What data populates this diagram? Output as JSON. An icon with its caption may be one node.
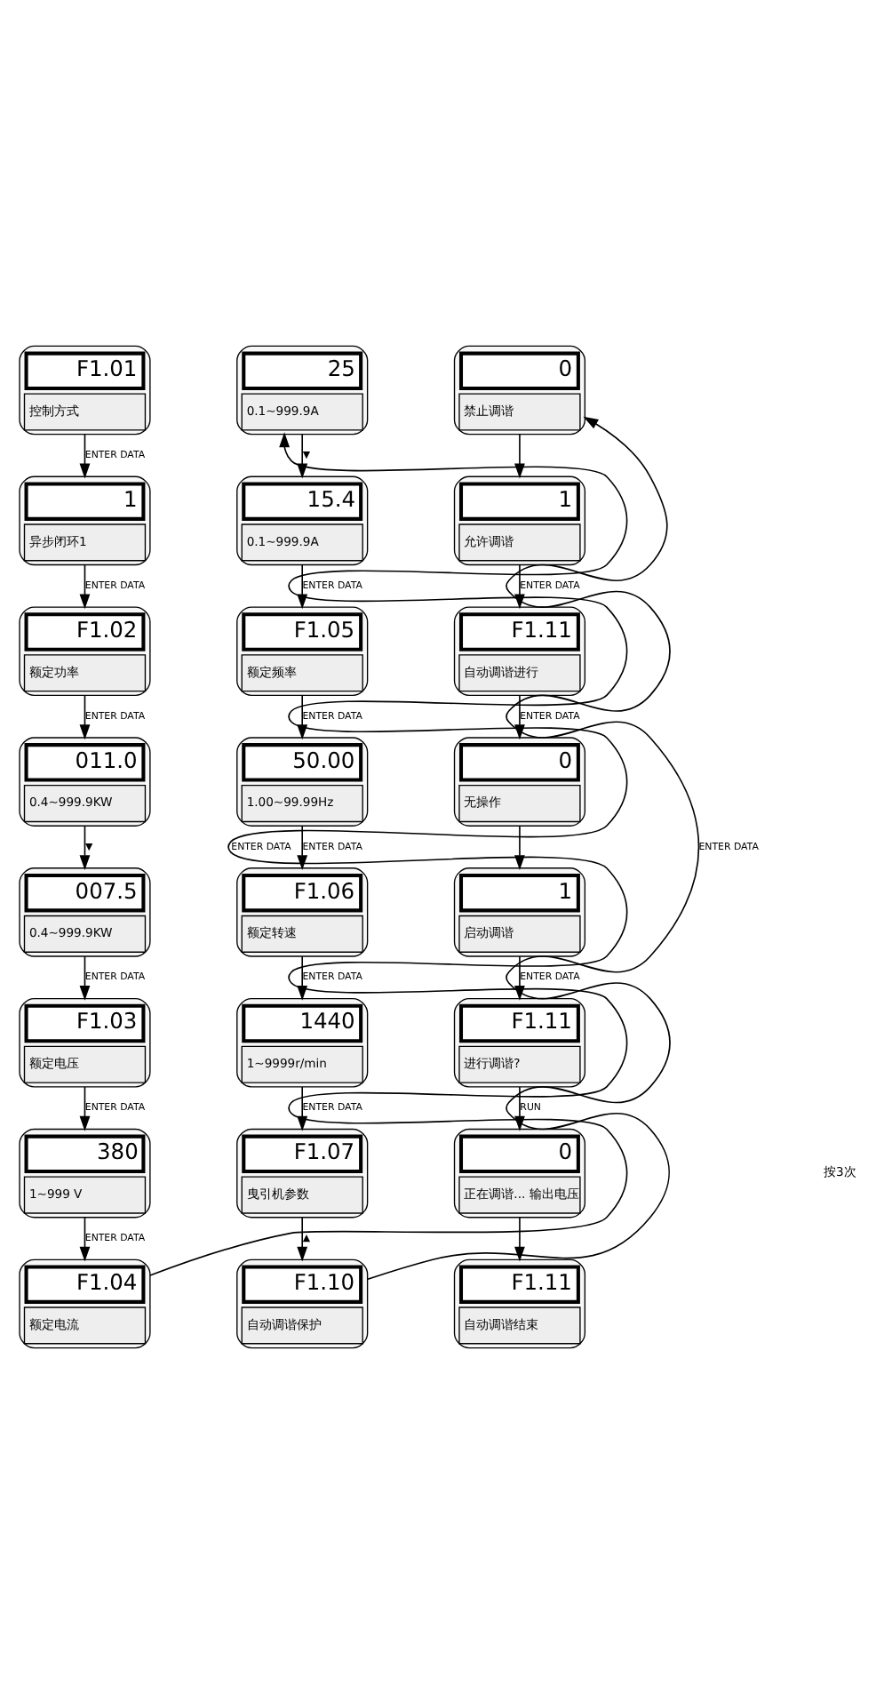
{
  "diagram": {
    "nodes": [
      {
        "text": [
          "F1.01",
          "控制方式"
        ]
      },
      {
        "text": [
          "1",
          "异步闭环1"
        ]
      },
      {
        "text": [
          "F1.02",
          "额定功率"
        ]
      },
      {
        "text": [
          "011.0",
          "0.4~999.9KW"
        ]
      },
      {
        "text": [
          "007.5",
          "0.4~999.9KW"
        ]
      },
      {
        "text": [
          "F1.03",
          "额定电压"
        ]
      },
      {
        "text": [
          "380",
          "1~999 V"
        ]
      },
      {
        "text": [
          "F1.04",
          "额定电流"
        ]
      },
      {
        "text": [
          "25",
          "0.1~999.9A"
        ]
      },
      {
        "text": [
          "15.4",
          "0.1~999.9A"
        ]
      },
      {
        "text": [
          "F1.05",
          "额定频率"
        ]
      },
      {
        "text": [
          "50.00",
          "1.00~99.99Hz"
        ]
      },
      {
        "text": [
          "F1.06",
          "额定转速"
        ]
      },
      {
        "text": [
          "1440",
          "1~9999r/min"
        ]
      },
      {
        "text": [
          "F1.07",
          "曳引机参数"
        ]
      },
      {
        "text": [
          "F1.10",
          "自动调谐保护"
        ]
      },
      {
        "text": [
          "0",
          "禁止调谐"
        ]
      },
      {
        "text": [
          "1",
          "允许调谐"
        ]
      },
      {
        "text": [
          "F1.11",
          "自动调谐进行"
        ]
      },
      {
        "text": [
          "0",
          "无操作"
        ]
      },
      {
        "text": [
          "1",
          "启动调谐"
        ]
      },
      {
        "text": [
          "F1.11",
          "进行调谐?"
        ]
      },
      {
        "text": [
          "0",
          "正在调谐... 输出电压"
        ]
      },
      {
        "text": [
          "F1.11",
          "自动调谐结束"
        ]
      }
    ],
    "edges": [
      {
        "from": 0,
        "to": 1,
        "arrow": "to",
        "label": "ENTER DATA"
      },
      {
        "from": 1,
        "to": 2,
        "arrow": "to",
        "label": "ENTER DATA"
      },
      {
        "from": 2,
        "to": 3,
        "arrow": "to",
        "label": "ENTER DATA"
      },
      {
        "from": 3,
        "to": 4,
        "arrow": "to",
        "label": "▼"
      },
      {
        "from": 4,
        "to": 5,
        "arrow": "to",
        "label": "ENTER DATA"
      },
      {
        "from": 5,
        "to": 6,
        "arrow": "to",
        "label": "ENTER DATA"
      },
      {
        "from": 6,
        "to": 7,
        "arrow": "to",
        "label": "ENTER DATA"
      },
      {
        "from": 7,
        "to": 8,
        "arrow": "to",
        "label": "ENTER DATA"
      },
      {
        "from": 8,
        "to": 9,
        "arrow": "to",
        "label": "▼"
      },
      {
        "from": 9,
        "to": 10,
        "arrow": "to",
        "label": "ENTER DATA"
      },
      {
        "from": 10,
        "to": 11,
        "arrow": "to",
        "label": "ENTER DATA"
      },
      {
        "from": 11,
        "to": 12,
        "arrow": "to",
        "label": "ENTER DATA"
      },
      {
        "from": 12,
        "to": 13,
        "arrow": "to",
        "label": "ENTER DATA"
      },
      {
        "from": 13,
        "to": 14,
        "arrow": "to",
        "label": "ENTER DATA"
      },
      {
        "from": 14,
        "to": 15,
        "arrow": "to",
        "label": "▲"
      },
      {
        "from": 15,
        "to": 16,
        "arrow": "to",
        "label": "ENTER DATA"
      },
      {
        "from": 16,
        "to": 17,
        "arrow": "to"
      },
      {
        "from": 17,
        "to": 18,
        "arrow": "to",
        "label": "ENTER DATA"
      },
      {
        "from": 18,
        "to": 19,
        "arrow": "to",
        "label": "ENTER DATA"
      },
      {
        "from": 19,
        "to": 20,
        "arrow": "to"
      },
      {
        "from": 20,
        "to": 21,
        "arrow": "to",
        "label": "ENTER DATA"
      },
      {
        "from": 21,
        "to": 22,
        "arrow": "to",
        "label": "RUN"
      },
      {
        "from": 22,
        "to": 23,
        "arrow": "to"
      }
    ],
    "labels": [
      "按3次"
    ]
  }
}
